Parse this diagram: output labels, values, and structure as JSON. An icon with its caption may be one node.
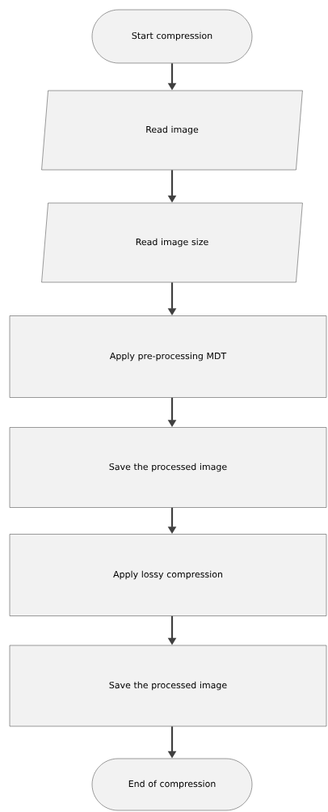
{
  "diagram": {
    "nodes": [
      {
        "text": [
          "Start compression"
        ]
      },
      {
        "text": [
          "Read image"
        ]
      },
      {
        "text": [
          "Read image size"
        ]
      },
      {
        "text": [
          "Apply pre-processing MDT"
        ]
      },
      {
        "text": [
          "Save the processed image"
        ]
      },
      {
        "text": [
          "Apply lossy compression"
        ]
      },
      {
        "text": [
          "Save the processed image"
        ]
      },
      {
        "text": [
          "End of compression"
        ]
      }
    ],
    "edges": [
      {
        "from": 0,
        "to": 1,
        "arrow": "to"
      },
      {
        "from": 1,
        "to": 2,
        "arrow": "to"
      },
      {
        "from": 2,
        "to": 3,
        "arrow": "to"
      },
      {
        "from": 3,
        "to": 4,
        "arrow": "to"
      },
      {
        "from": 4,
        "to": 5,
        "arrow": "to"
      },
      {
        "from": 5,
        "to": 6,
        "arrow": "to"
      },
      {
        "from": 6,
        "to": 7,
        "arrow": "to"
      }
    ]
  }
}
